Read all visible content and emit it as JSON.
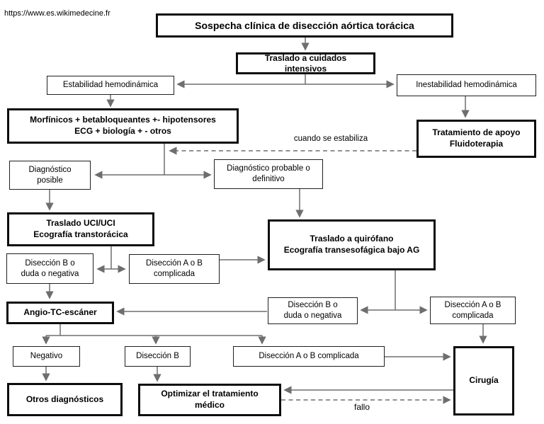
{
  "page": {
    "url_watermark": "https://www.es.wikimedecine.fr",
    "language": "es"
  },
  "colors": {
    "background": "#ffffff",
    "box_fill": "#ffffff",
    "box_border_thick": "#0d0d0d",
    "box_border_thin": "#1f1f1f",
    "connector": "#6e6e6e",
    "text": "#000000"
  },
  "nodes": {
    "title": "Sospecha clínica de disección aórtica torácica",
    "icu_transfer": "Traslado a cuidados\nintensivos",
    "stability": "Estabilidad hemodinámica",
    "instability": "Inestabilidad hemodinámica",
    "morphinics": "Morfínicos + betabloqueantes +- hipotensores\nECG + biología + - otros",
    "support": "Tratamiento de apoyo\nFluidoterapia",
    "diag_possible": "Diagnóstico\nposible",
    "diag_probable": "Diagnóstico probable o\ndefinitivo",
    "uci_echo": "Traslado UCI/UCI\nEcografía transtorácica",
    "dissection_b_doubt_1": "Disección B o\nduda o negativa",
    "dissection_ab_1": "Disección A o B\ncomplicada",
    "or_transfer": "Traslado a quirófano\nEcografía transesofágica bajo AG",
    "angio_ct": "Angio-TC-escáner",
    "dissection_b_doubt_2": "Disección B o\nduda o negativa",
    "dissection_ab_2": "Disección A o B\ncomplicada",
    "negative": "Negativo",
    "dissection_b": "Disección B",
    "dissection_ab_3": "Disección A o B complicada",
    "other_diagnoses": "Otros diagnósticos",
    "optimize": "Optimizar el tratamiento\nmédico",
    "surgery": "Cirugía"
  },
  "edge_labels": {
    "when_stabilized": "cuando se estabiliza",
    "failure": "fallo"
  }
}
